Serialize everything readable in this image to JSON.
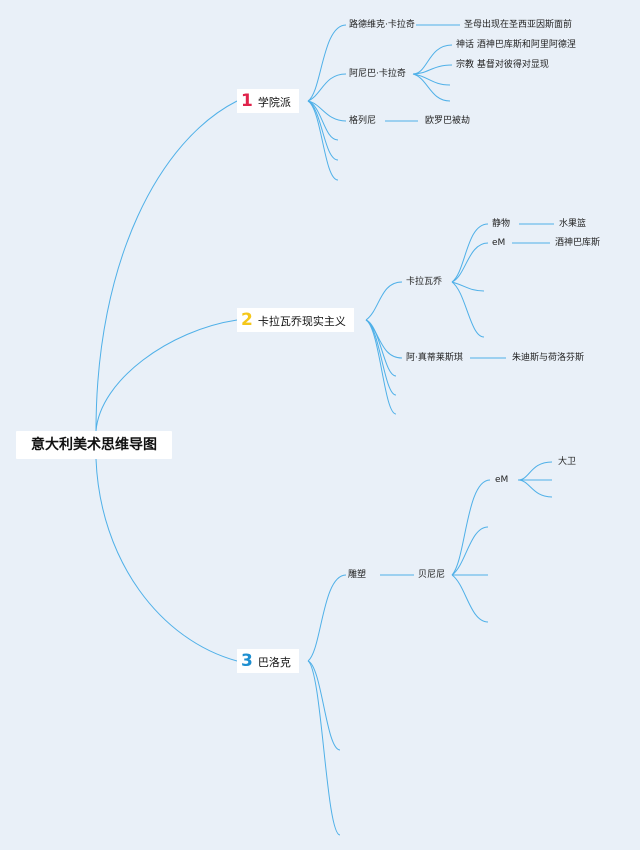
{
  "root": "意大利美术思维导图",
  "branches": [
    {
      "num": "1",
      "label": "学院派",
      "children": [
        {
          "label": "路德维克·卡拉奇",
          "children": [
            "圣母出现在圣西亚因斯面前"
          ]
        },
        {
          "label": "阿尼巴·卡拉奇",
          "children": [
            "神话 酒神巴库斯和阿里阿德涅",
            "宗教 基督对彼得对显现"
          ]
        },
        {
          "label": "格列尼",
          "children": [
            "欧罗巴被劫"
          ]
        }
      ]
    },
    {
      "num": "2",
      "label": "卡拉瓦乔现实主义",
      "children": [
        {
          "label": "卡拉瓦乔",
          "children": [
            {
              "label": "静物",
              "children": [
                "水果篮"
              ]
            },
            {
              "label": "eM",
              "children": [
                "酒神巴库斯"
              ]
            }
          ]
        },
        {
          "label": "阿·真蒂莱斯琪",
          "children": [
            "朱迪斯与荷洛芬斯"
          ]
        }
      ]
    },
    {
      "num": "3",
      "label": "巴洛克",
      "children": [
        {
          "label": "雕塑",
          "children": [
            {
              "label": "贝尼尼",
              "children": [
                {
                  "label": "eM",
                  "children": [
                    "大卫"
                  ]
                }
              ]
            }
          ]
        }
      ]
    }
  ],
  "colors": {
    "line": "#4fb0e8",
    "background": "#e9f0f8",
    "n1": "#e0234b",
    "n2": "#f5c71a",
    "n3": "#1e8fd0"
  }
}
